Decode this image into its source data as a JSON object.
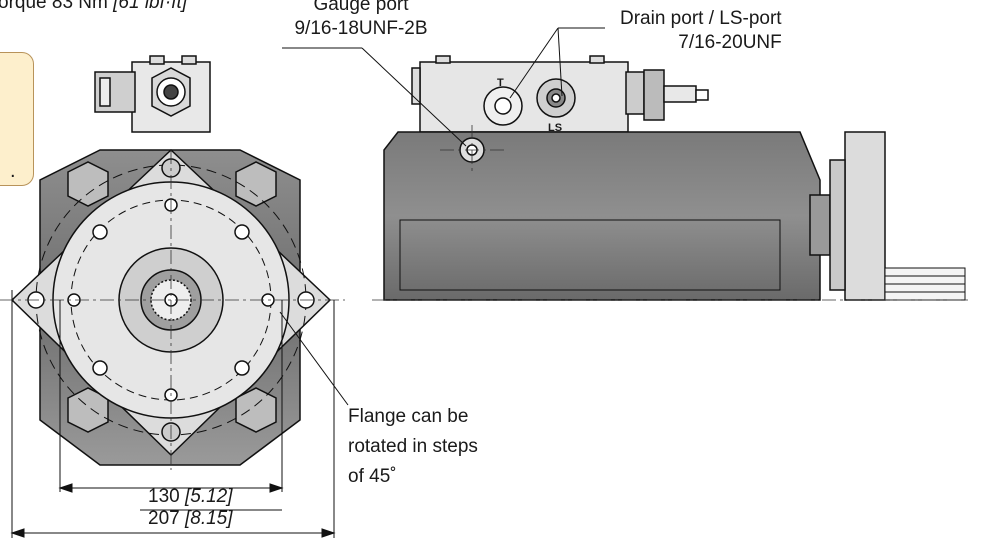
{
  "labels": {
    "torque": {
      "prefix": "orque 83 Nm",
      "imperial": "[61 lbf·ft]"
    },
    "gauge_port": {
      "title": "Gauge port",
      "spec": "9/16-18UNF-2B"
    },
    "drain_port": {
      "title": "Drain port / LS-port",
      "spec": "7/16-20UNF"
    },
    "flange_note": {
      "line1": "Flange can be",
      "line2": "rotated in steps",
      "line3": "of 45˚"
    },
    "port_t": "T",
    "port_ls": "LS",
    "note_tail": "."
  },
  "dimensions": {
    "inner": {
      "mm": "130",
      "inch": "[5.12]"
    },
    "outer": {
      "mm": "207",
      "inch": "[8.15]"
    }
  }
}
